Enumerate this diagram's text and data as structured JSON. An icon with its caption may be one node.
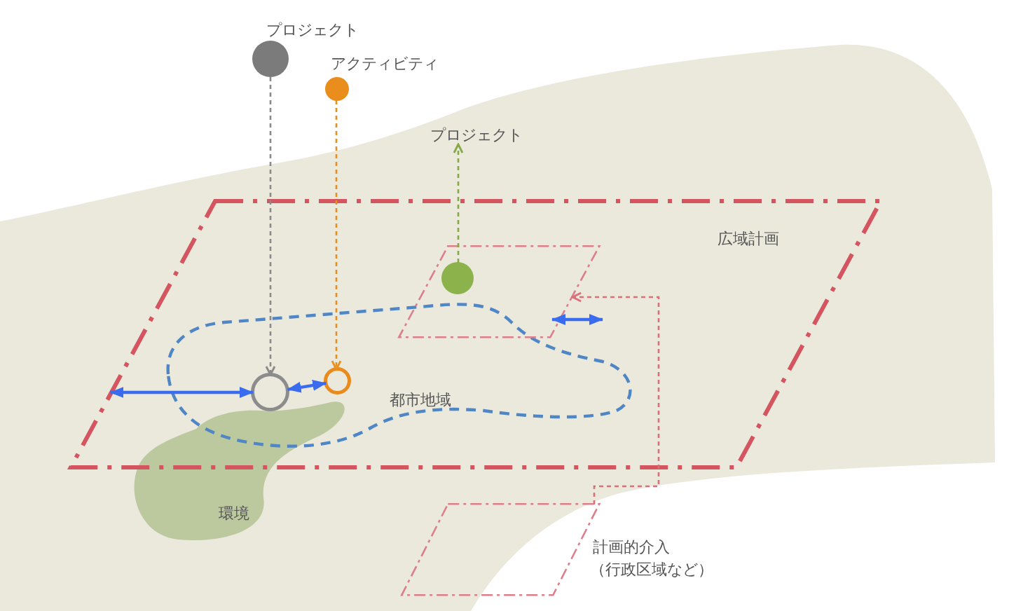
{
  "diagram": {
    "nodes": [
      {
        "text": [
          "プロジェクト"
        ]
      },
      {
        "text": [
          "アクティビティ"
        ]
      },
      {
        "text": [
          "プロジェクト"
        ]
      },
      {
        "text": [
          "広域計画"
        ]
      },
      {
        "text": [
          "都市地域"
        ],
        "in": 3
      },
      {
        "text": [
          "環境"
        ]
      },
      {
        "text": [],
        "shape": "parallelogram",
        "in": 3
      },
      {
        "text": [
          "計画的介入",
          "（行政区域など）"
        ]
      },
      {
        "text": [],
        "shape": "circle",
        "in": 4
      },
      {
        "text": [],
        "shape": "circle",
        "in": 4
      },
      {
        "text": [],
        "shape": "circle",
        "in": 6
      }
    ],
    "edges": [
      {
        "from": 0,
        "to": 8,
        "arrow": "to",
        "style": "dashed",
        "color": "#8a8a8a"
      },
      {
        "from": 1,
        "to": 9,
        "arrow": "to",
        "style": "dashed",
        "color": "#e8901e"
      },
      {
        "from": 10,
        "to": 2,
        "arrow": "to",
        "style": "dashed",
        "color": "#84a946"
      },
      {
        "from": 7,
        "to": 6,
        "arrow": "to",
        "style": "dashed",
        "color": "#d9707a"
      },
      {
        "from": 3,
        "to": 8,
        "arrow": "both",
        "color": "#3a6cf0"
      },
      {
        "from": 8,
        "to": 9,
        "arrow": "both",
        "color": "#3a6cf0"
      }
    ]
  }
}
